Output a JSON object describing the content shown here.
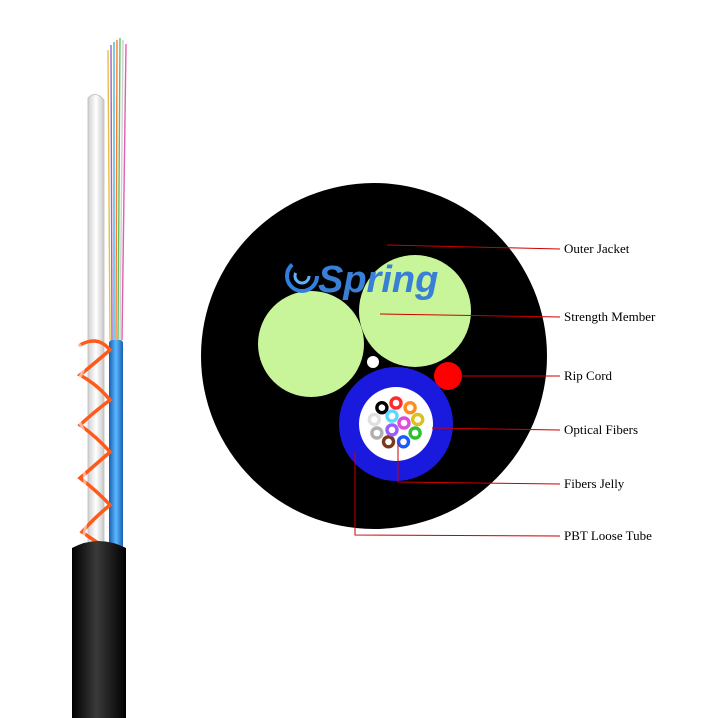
{
  "brand": {
    "name": "Spring",
    "logo_color": "#3a7fd6"
  },
  "colors": {
    "jacket": "#000000",
    "strength_member": "#c8f59a",
    "rip_cord": "#ff0000",
    "loose_tube": "#1a1adf",
    "jelly": "#ffffff",
    "leader_line": "#cc0000",
    "cable_blue": "#2a8fd8",
    "cable_orange": "#ff5a1a"
  },
  "labels": {
    "outer_jacket": "Outer Jacket",
    "strength_member": "Strength Member",
    "rip_cord": "Rip Cord",
    "optical_fibers": "Optical Fibers",
    "fibers_jelly": "Fibers Jelly",
    "pbt_loose_tube": "PBT Loose Tube"
  },
  "fiber_colors": [
    "#ff2a2a",
    "#ff8c1a",
    "#d9c21a",
    "#2ec02e",
    "#1a5aff",
    "#7a3a1a",
    "#b0b0b0",
    "#e0e0e0",
    "#000000",
    "#e04bd8",
    "#9a5bff",
    "#5bd8ff"
  ]
}
